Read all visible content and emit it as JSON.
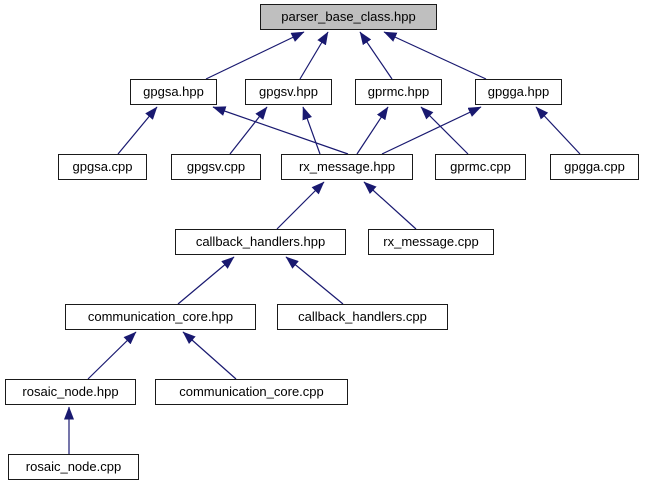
{
  "diagram": {
    "type": "dependency-graph",
    "colors": {
      "arrow": "#191970",
      "node_border": "#1a1a1a",
      "node_fill": "#ffffff",
      "highlight_fill": "#bfbfbf",
      "text": "#000000",
      "background": "#ffffff"
    },
    "nodes": [
      {
        "id": "parser_base_class_hpp",
        "label": "parser_base_class.hpp",
        "highlighted": true
      },
      {
        "id": "gpgsa_hpp",
        "label": "gpgsa.hpp",
        "highlighted": false
      },
      {
        "id": "gpgsv_hpp",
        "label": "gpgsv.hpp",
        "highlighted": false
      },
      {
        "id": "gprmc_hpp",
        "label": "gprmc.hpp",
        "highlighted": false
      },
      {
        "id": "gpgga_hpp",
        "label": "gpgga.hpp",
        "highlighted": false
      },
      {
        "id": "gpgsa_cpp",
        "label": "gpgsa.cpp",
        "highlighted": false
      },
      {
        "id": "gpgsv_cpp",
        "label": "gpgsv.cpp",
        "highlighted": false
      },
      {
        "id": "rx_message_hpp",
        "label": "rx_message.hpp",
        "highlighted": false
      },
      {
        "id": "gprmc_cpp",
        "label": "gprmc.cpp",
        "highlighted": false
      },
      {
        "id": "gpgga_cpp",
        "label": "gpgga.cpp",
        "highlighted": false
      },
      {
        "id": "callback_handlers_hpp",
        "label": "callback_handlers.hpp",
        "highlighted": false
      },
      {
        "id": "rx_message_cpp",
        "label": "rx_message.cpp",
        "highlighted": false
      },
      {
        "id": "communication_core_hpp",
        "label": "communication_core.hpp",
        "highlighted": false
      },
      {
        "id": "callback_handlers_cpp",
        "label": "callback_handlers.cpp",
        "highlighted": false
      },
      {
        "id": "rosaic_node_hpp",
        "label": "rosaic_node.hpp",
        "highlighted": false
      },
      {
        "id": "communication_core_cpp",
        "label": "communication_core.cpp",
        "highlighted": false
      },
      {
        "id": "rosaic_node_cpp",
        "label": "rosaic_node.cpp",
        "highlighted": false
      }
    ],
    "edges": [
      {
        "from": "gpgsa_hpp",
        "to": "parser_base_class_hpp"
      },
      {
        "from": "gpgsv_hpp",
        "to": "parser_base_class_hpp"
      },
      {
        "from": "gprmc_hpp",
        "to": "parser_base_class_hpp"
      },
      {
        "from": "gpgga_hpp",
        "to": "parser_base_class_hpp"
      },
      {
        "from": "gpgsa_cpp",
        "to": "gpgsa_hpp"
      },
      {
        "from": "rx_message_hpp",
        "to": "gpgsa_hpp"
      },
      {
        "from": "gpgsv_cpp",
        "to": "gpgsv_hpp"
      },
      {
        "from": "rx_message_hpp",
        "to": "gpgsv_hpp"
      },
      {
        "from": "rx_message_hpp",
        "to": "gprmc_hpp"
      },
      {
        "from": "gprmc_cpp",
        "to": "gprmc_hpp"
      },
      {
        "from": "rx_message_hpp",
        "to": "gpgga_hpp"
      },
      {
        "from": "gpgga_cpp",
        "to": "gpgga_hpp"
      },
      {
        "from": "callback_handlers_hpp",
        "to": "rx_message_hpp"
      },
      {
        "from": "rx_message_cpp",
        "to": "rx_message_hpp"
      },
      {
        "from": "communication_core_hpp",
        "to": "callback_handlers_hpp"
      },
      {
        "from": "callback_handlers_cpp",
        "to": "callback_handlers_hpp"
      },
      {
        "from": "rosaic_node_hpp",
        "to": "communication_core_hpp"
      },
      {
        "from": "communication_core_cpp",
        "to": "communication_core_hpp"
      },
      {
        "from": "rosaic_node_cpp",
        "to": "rosaic_node_hpp"
      }
    ]
  }
}
